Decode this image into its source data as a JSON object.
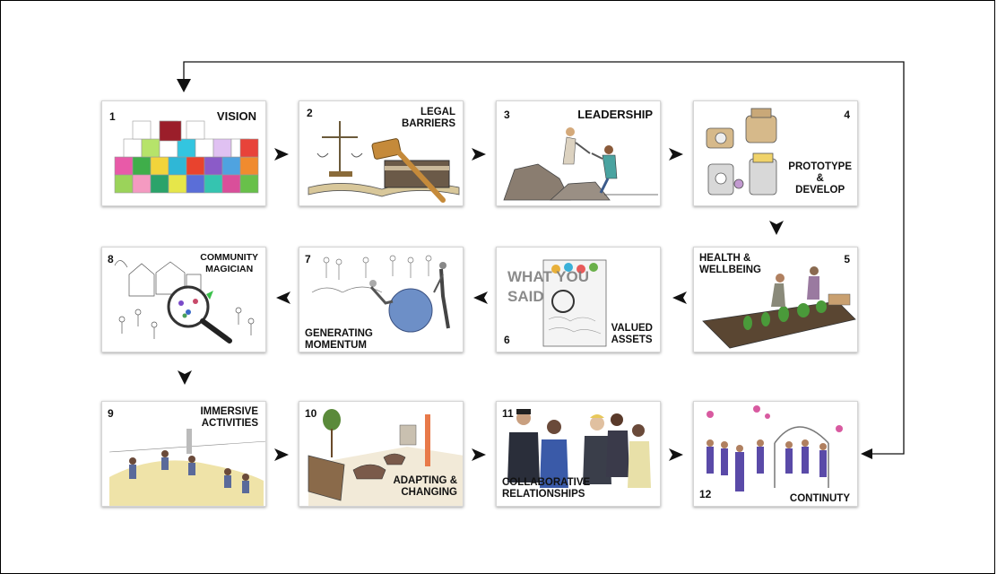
{
  "cards": [
    {
      "num": "1",
      "lines": [
        "VISION"
      ]
    },
    {
      "num": "2",
      "lines": [
        "LEGAL",
        "BARRIERS"
      ]
    },
    {
      "num": "3",
      "lines": [
        "LEADERSHIP"
      ]
    },
    {
      "num": "4",
      "lines": [
        "PROTOTYPE",
        "&",
        "DEVELOP"
      ]
    },
    {
      "num": "5",
      "lines": [
        "HEALTH &",
        "WELLBEING"
      ]
    },
    {
      "num": "6",
      "lines": [
        "VALUED",
        "ASSETS"
      ]
    },
    {
      "num": "7",
      "lines": [
        "GENERATING",
        "MOMENTUM"
      ]
    },
    {
      "num": "8",
      "lines": [
        "COMMUNITY",
        "MAGICIAN"
      ]
    },
    {
      "num": "9",
      "lines": [
        "IMMERSIVE",
        "ACTIVITIES"
      ]
    },
    {
      "num": "10",
      "lines": [
        "ADAPTING &",
        "CHANGING"
      ]
    },
    {
      "num": "11",
      "lines": [
        "COLLABORATIVE",
        "RELATIONSHIPS"
      ]
    },
    {
      "num": "12",
      "lines": [
        "CONTINUTY"
      ]
    }
  ],
  "poster_text": {
    "line1": "WHAT YOU",
    "line2": "SAID"
  },
  "colors": {
    "arrow": "#111111",
    "border": "#000000",
    "ground": "#e8d29a",
    "water": "#6d8fc7"
  }
}
